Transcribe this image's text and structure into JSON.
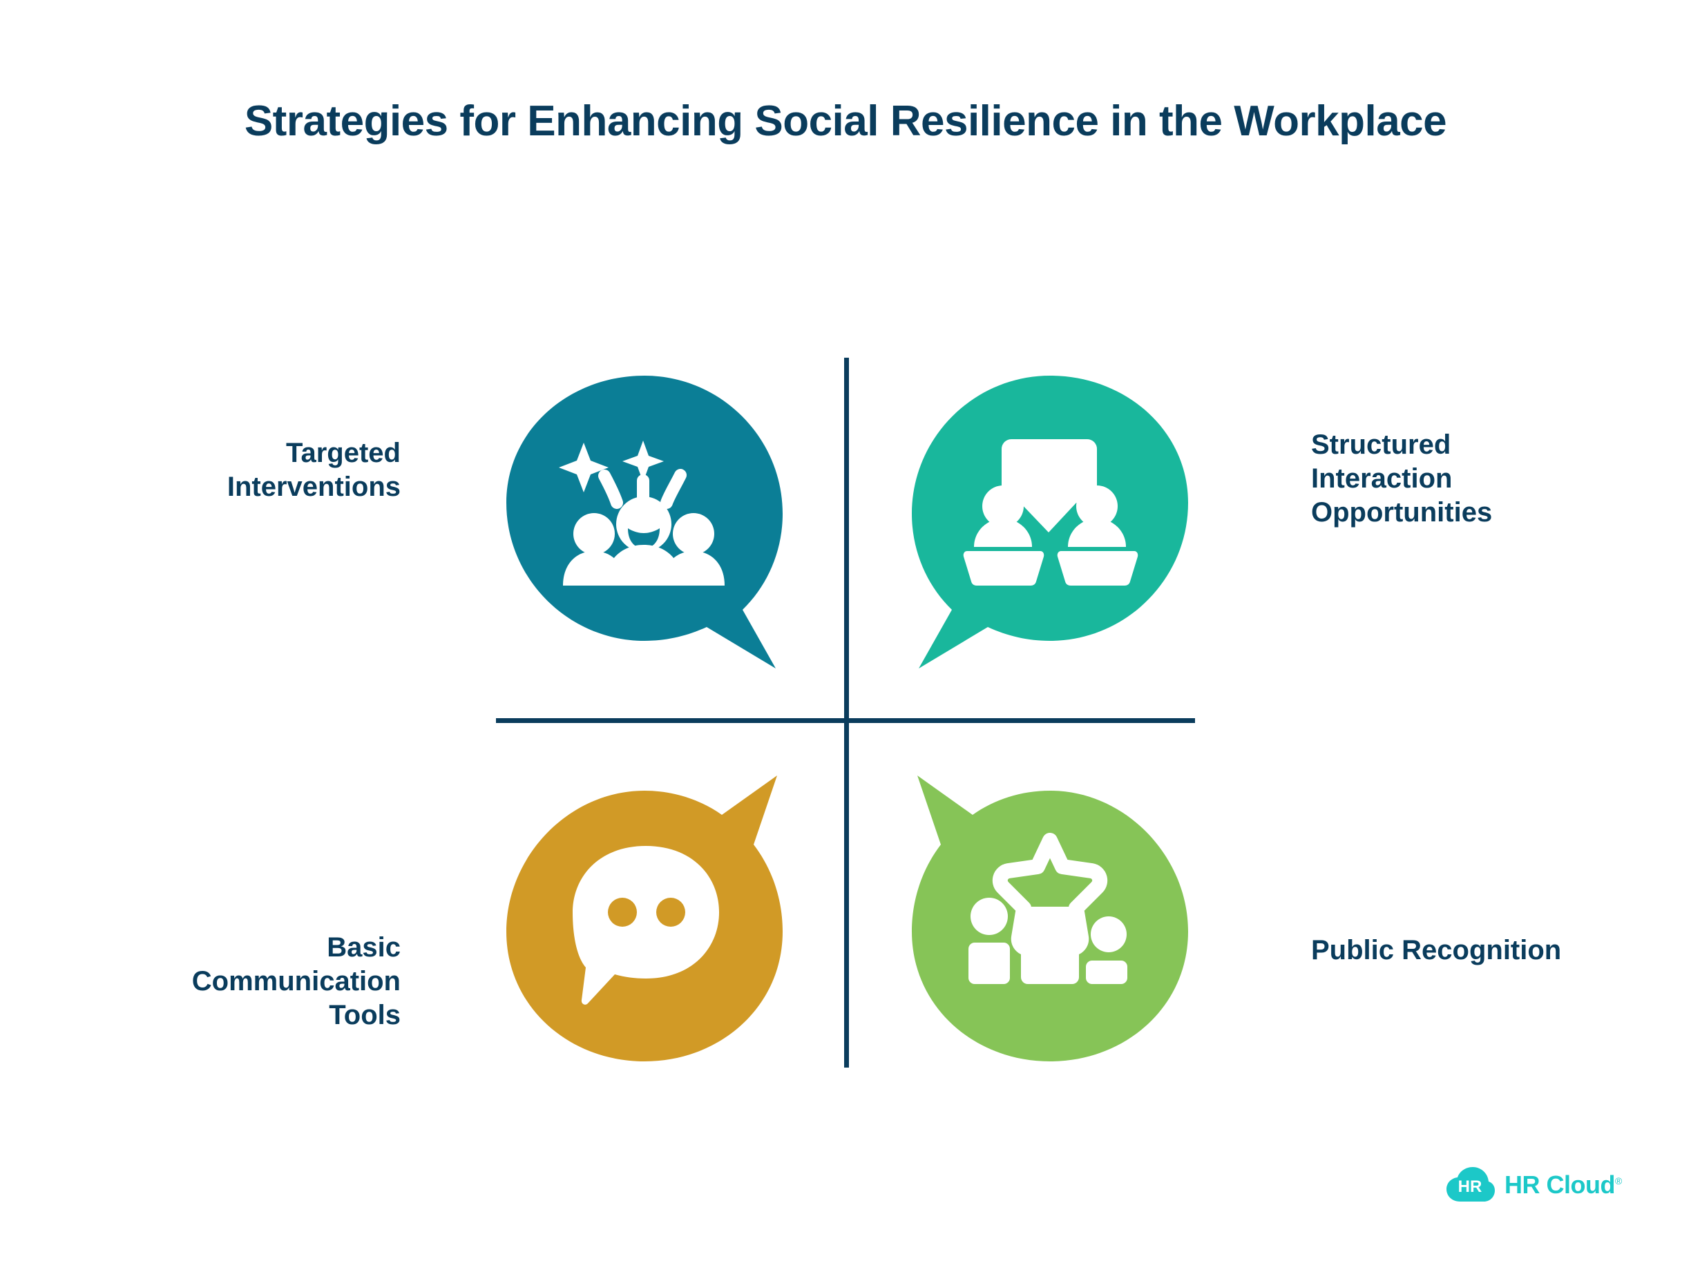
{
  "page": {
    "title": "Strategies for Enhancing Social Resilience in the Workplace",
    "background_color": "#FFFFFF",
    "text_color": "#0A3C5C"
  },
  "axis": {
    "line_color": "#0A3C5C",
    "orientation_note": "2x2 quadrant crosshair"
  },
  "quadrants": [
    {
      "id": "targeted-interventions",
      "position": "top-left",
      "label": "Targeted\nInterventions",
      "label_align": "right",
      "color": "#0B7E96",
      "icon": "people-celebrating-speech-bubble-icon",
      "bubble_tail": "bottom-right"
    },
    {
      "id": "structured-interaction-opportunities",
      "position": "top-right",
      "label": "Structured\nInteraction\nOpportunities",
      "label_align": "left",
      "color": "#19B79C",
      "icon": "meeting-presentation-speech-bubble-icon",
      "bubble_tail": "bottom-left"
    },
    {
      "id": "basic-communication-tools",
      "position": "bottom-left",
      "label": "Basic\nCommunication\nTools",
      "label_align": "right",
      "color": "#D19A26",
      "icon": "chat-ellipsis-speech-bubble-icon",
      "bubble_tail": "top-right"
    },
    {
      "id": "public-recognition",
      "position": "bottom-right",
      "label": "Public Recognition",
      "label_align": "left",
      "color": "#86C457",
      "icon": "podium-star-award-speech-bubble-icon",
      "bubble_tail": "top-left"
    }
  ],
  "brand": {
    "mark_text": "HR",
    "wordmark": "HR Cloud",
    "trademark": "®",
    "color": "#1CC8C8"
  }
}
